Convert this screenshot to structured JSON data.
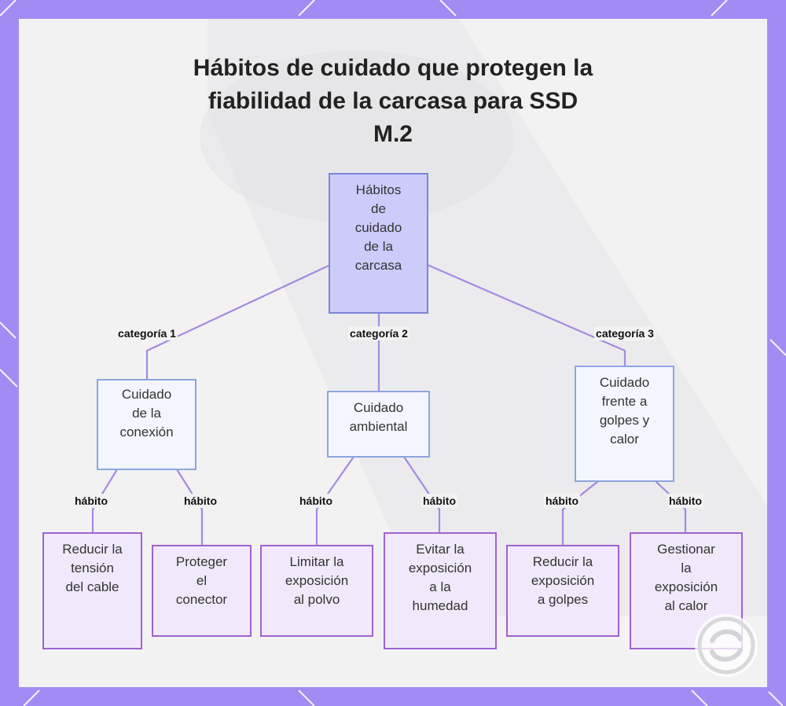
{
  "title": {
    "line1": "Hábitos de cuidado que protegen la",
    "line2": "fiabilidad de la carcasa para SSD",
    "line3": "M.2"
  },
  "nodes": {
    "root": {
      "lines": [
        "Hábitos",
        "de",
        "cuidado",
        "de la",
        "carcasa"
      ]
    },
    "cat1": {
      "lines": [
        "Cuidado",
        "de la",
        "conexión"
      ]
    },
    "cat2": {
      "lines": [
        "Cuidado",
        "ambiental"
      ]
    },
    "cat3": {
      "lines": [
        "Cuidado",
        "frente a",
        "golpes y",
        "calor"
      ]
    },
    "leaf1": {
      "lines": [
        "Reducir la",
        "tensión",
        "del cable"
      ]
    },
    "leaf2": {
      "lines": [
        "Proteger",
        "el",
        "conector"
      ]
    },
    "leaf3": {
      "lines": [
        "Limitar la",
        "exposición",
        "al polvo"
      ]
    },
    "leaf4": {
      "lines": [
        "Evitar la",
        "exposición",
        "a la",
        "humedad"
      ]
    },
    "leaf5": {
      "lines": [
        "Reducir la",
        "exposición",
        "a golpes"
      ]
    },
    "leaf6": {
      "lines": [
        "Gestionar",
        "la",
        "exposición",
        "al calor"
      ]
    }
  },
  "edge_labels": {
    "category_1": "categoría 1",
    "category_2": "categoría 2",
    "category_3": "categoría 3",
    "habit": "hábito"
  },
  "colors": {
    "frame": "#a48bf3",
    "card": "#f2f2f3",
    "root_fill": "#ccccfb",
    "category_fill": "#f4f6ff",
    "leaf_fill": "#f1e9fb",
    "edge_stroke": "#a58ae0"
  }
}
